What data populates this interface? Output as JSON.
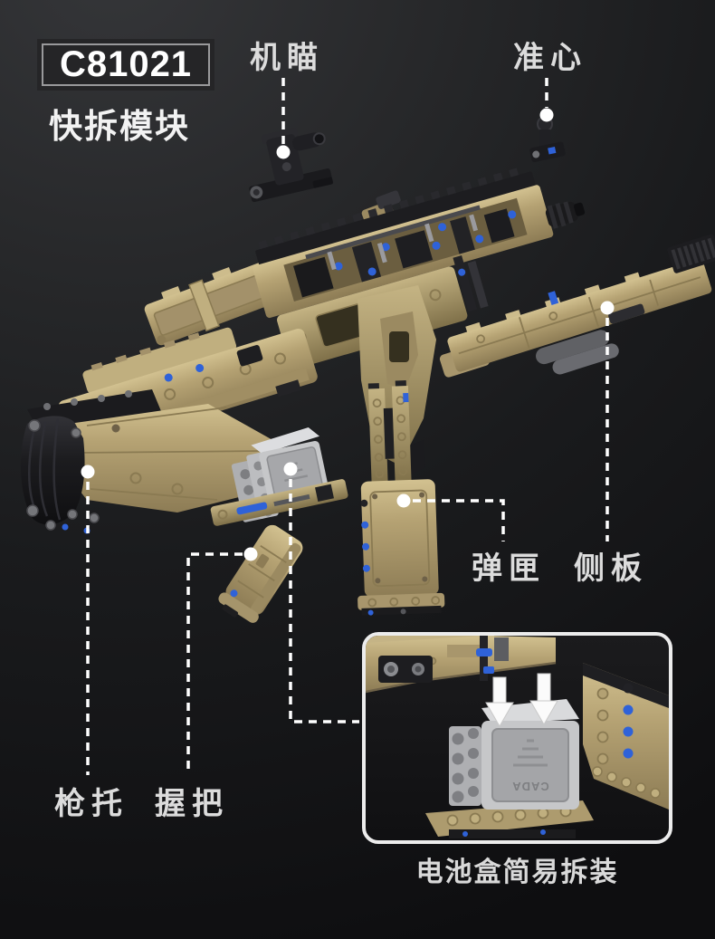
{
  "header": {
    "model_number": "C81021",
    "series_name": "快拆模块"
  },
  "callouts": {
    "iron_sight": "机瞄",
    "front_sight": "准心",
    "magazine": "弹匣",
    "side_panel": "侧板",
    "stock": "枪托",
    "grip": "握把"
  },
  "inset": {
    "caption": "电池盒简易拆装",
    "battery_brand": "CADA"
  },
  "colors": {
    "background_top": "#353639",
    "background_bottom": "#0e0e10",
    "brick_tan": "#b3a173",
    "brick_tan_light": "#d6c795",
    "brick_tan_dark": "#7c6d4b",
    "brick_black": "#1b1b1d",
    "pin_blue": "#2f62d8",
    "battery_gray": "#c6c7c9",
    "callout_line": "#ffffff",
    "label_text": "#dcdcdc"
  }
}
